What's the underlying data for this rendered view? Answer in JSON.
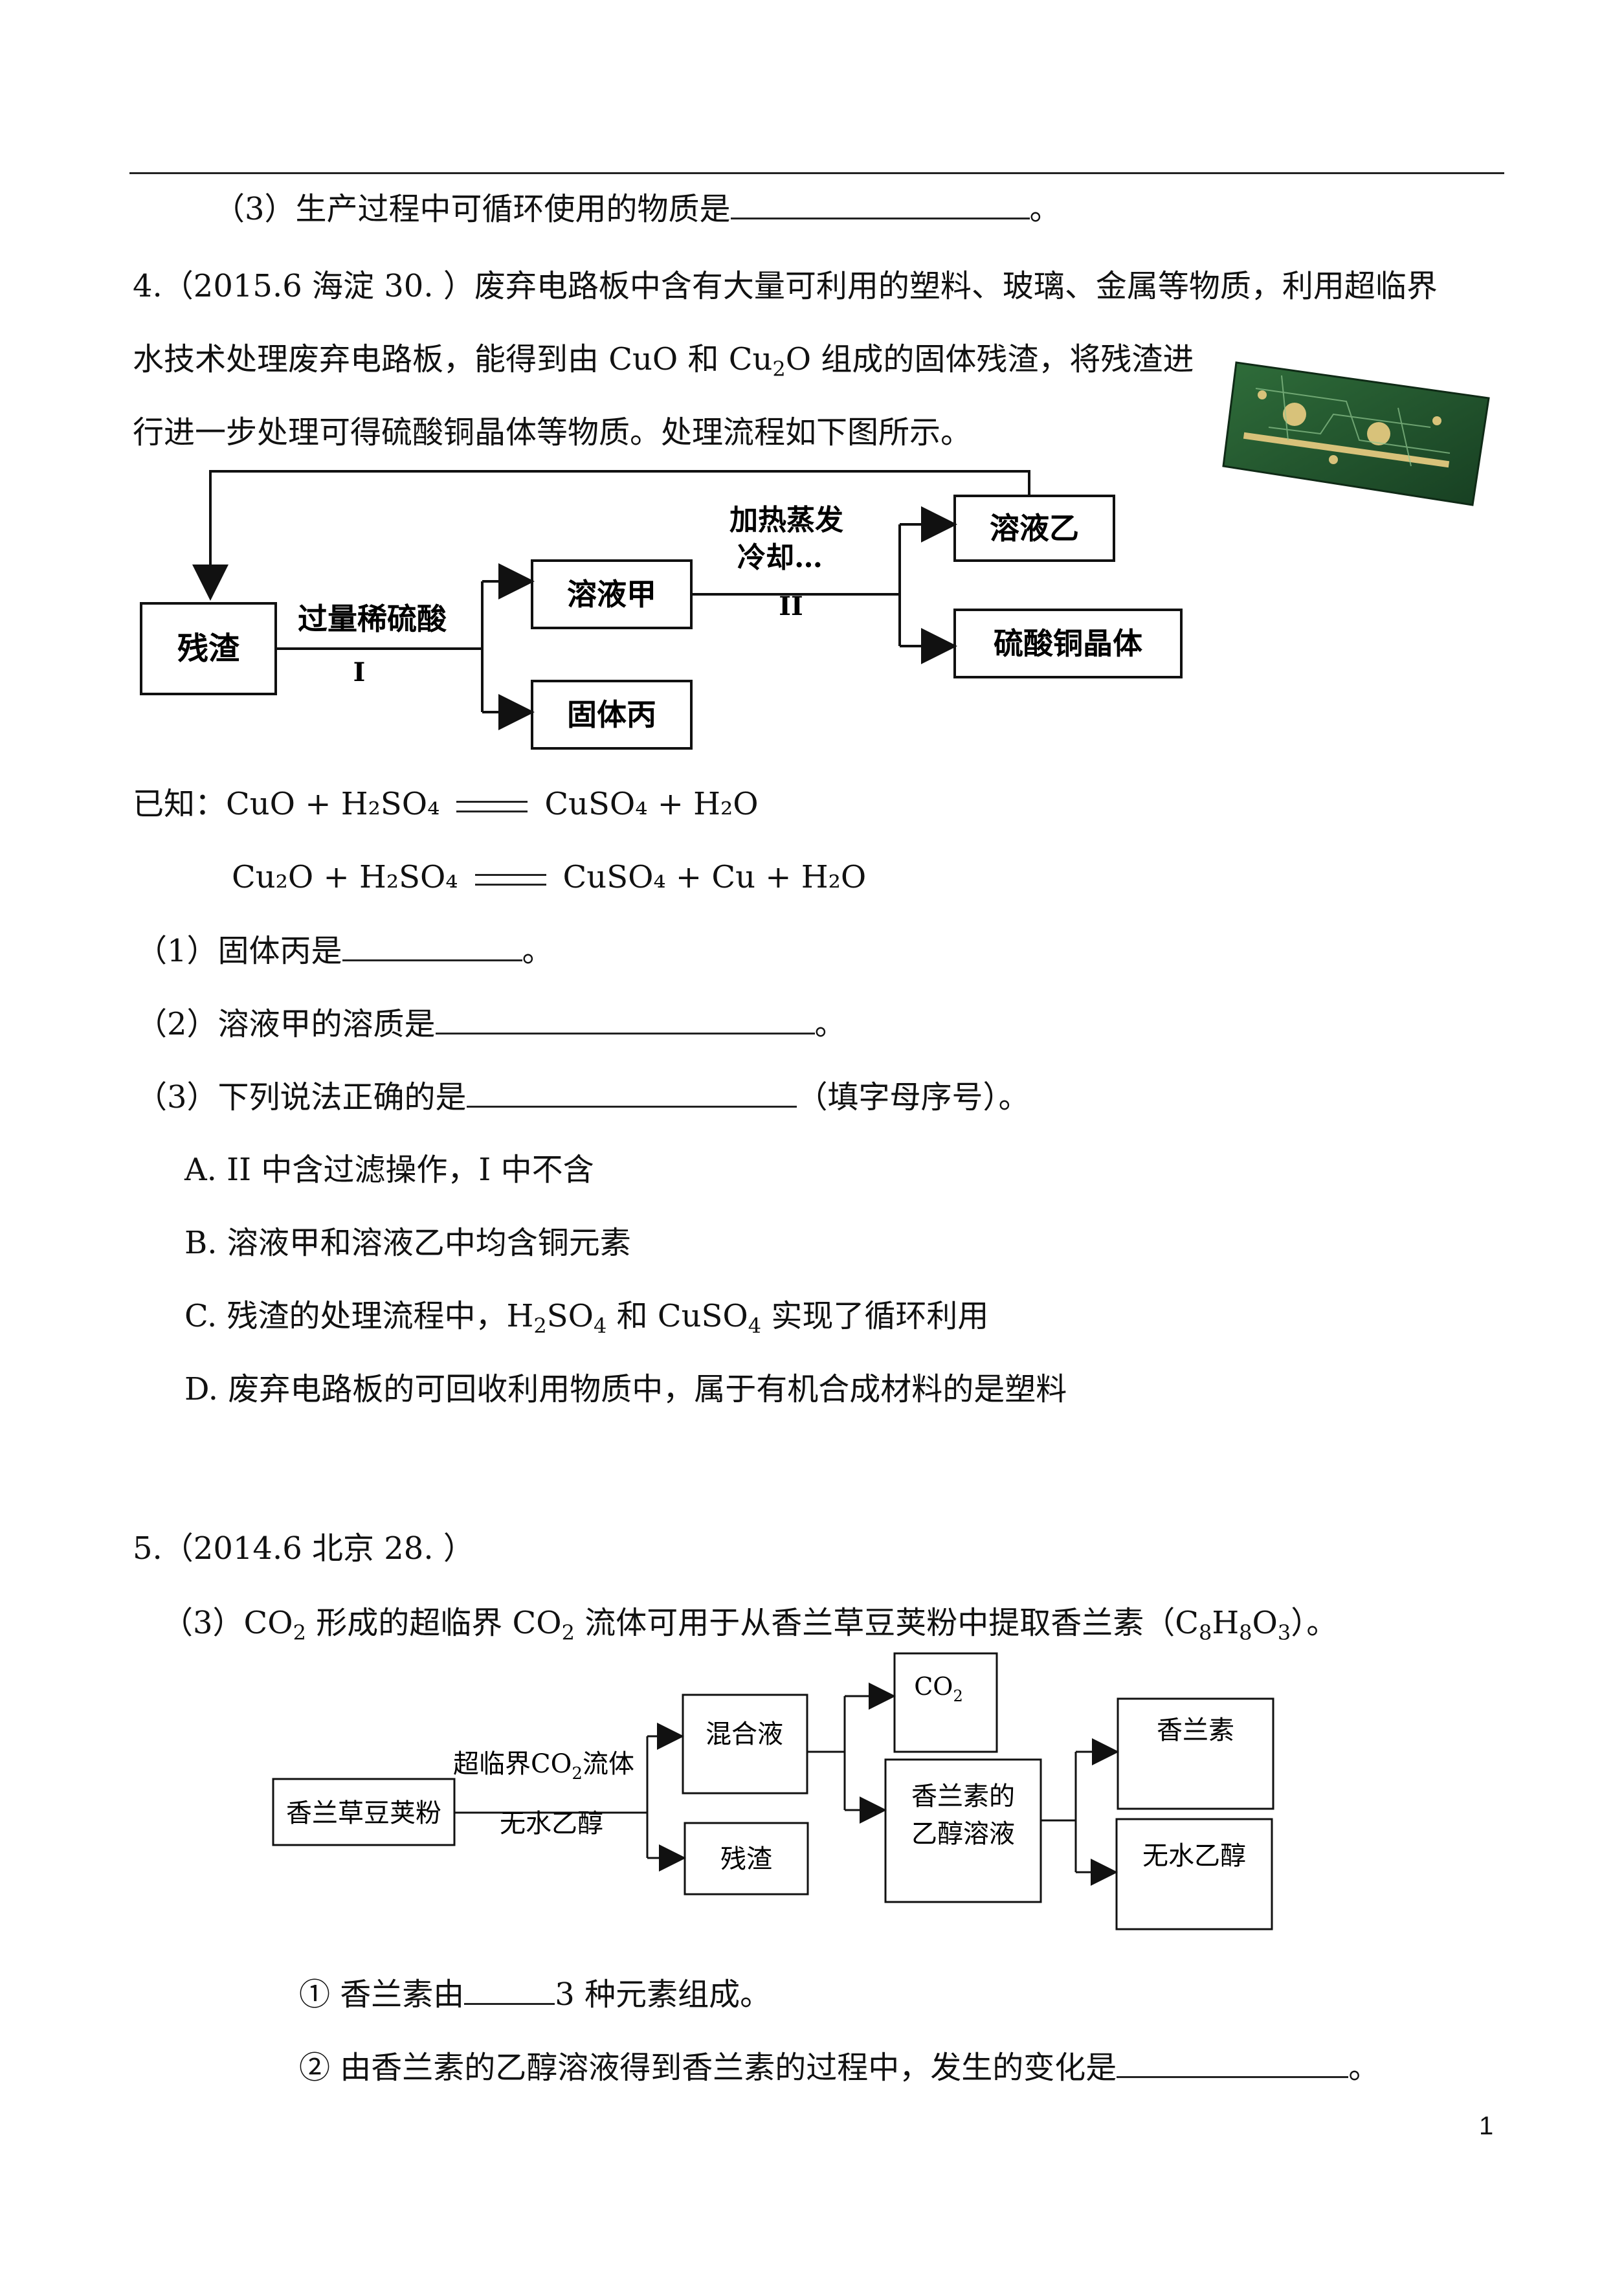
{
  "q3_prev": {
    "text": "（3）生产过程中可循环使用的物质是",
    "end": "。"
  },
  "q4": {
    "header": "4.（2015.6 海淀 30. ）废弃电路板中含有大量可利用的塑料、玻璃、金属等物质，利用超临界",
    "line2_a": "水技术处理废弃电路板，能得到由 CuO 和 Cu",
    "line2_sub": "2",
    "line2_b": "O 组成的固体残渣，将残渣进",
    "line3": "行进一步处理可得硫酸铜晶体等物质。处理流程如下图所示。",
    "flow": {
      "residue": "残渣",
      "acid": "过量稀硫酸",
      "step1": "I",
      "sol_a": "溶液甲",
      "solid_c": "固体丙",
      "heat1": "加热蒸发",
      "heat2": "冷却…",
      "step2": "II",
      "sol_b": "溶液乙",
      "crystal": "硫酸铜晶体"
    },
    "known_label": "已知：",
    "eq1_lhs": "CuO + H₂SO₄",
    "eq1_rhs": "CuSO₄ + H₂O",
    "eq2_lhs": "Cu₂O + H₂SO₄",
    "eq2_rhs": "CuSO₄ + Cu + H₂O",
    "sub1": {
      "text": "（1）固体丙是",
      "end": "。"
    },
    "sub2": {
      "text": "（2）溶液甲的溶质是",
      "end": "。"
    },
    "sub3": {
      "text": "（3）下列说法正确的是",
      "end": "（填字母序号）。"
    },
    "optA": "A. II 中含过滤操作，I 中不含",
    "optB": "B. 溶液甲和溶液乙中均含铜元素",
    "optC_a": "C. 残渣的处理流程中，H",
    "optC_b": "SO",
    "optC_c": " 和 CuSO",
    "optC_d": " 实现了循环利用",
    "sub_2": "2",
    "sub_4": "4",
    "optD": "D. 废弃电路板的可回收利用物质中，属于有机合成材料的是塑料"
  },
  "q5": {
    "header": "5.（2014.6 北京 28. ）",
    "sub3_a": "（3）CO",
    "sub3_b": " 形成的超临界 CO",
    "sub3_c": " 流体可用于从香兰草豆荚粉中提取香兰素（C",
    "sub3_d": "H",
    "sub3_e": "O",
    "sub3_f": "）。",
    "sub_2": "2",
    "sub_8": "8",
    "sub_3": "3",
    "flow": {
      "powder": "香兰草豆荚粉",
      "fluid_a": "超临界CO",
      "fluid_sub": "2",
      "fluid_b": "流体",
      "ethanol_label": "无水乙醇",
      "mixture": "混合液",
      "residue": "残渣",
      "co2_a": "CO",
      "co2_sub": "2",
      "vanillin_sol1": "香兰素的",
      "vanillin_sol2": "乙醇溶液",
      "vanillin": "香兰素",
      "ethanol": "无水乙醇"
    },
    "q1": {
      "pre": "① 香兰素由",
      "post": "3 种元素组成。"
    },
    "q2": {
      "pre": "② 由香兰素的乙醇溶液得到香兰素的过程中，发生的变化是",
      "end": "。"
    }
  },
  "page_number": "1"
}
